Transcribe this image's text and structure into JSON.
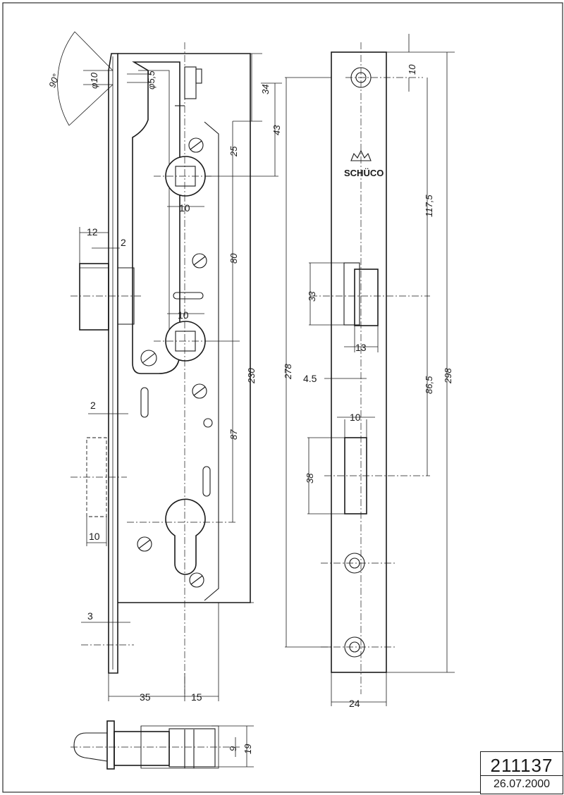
{
  "drawing": {
    "number": "211137",
    "date": "26.07.2000",
    "brand": "SCHÜCO"
  },
  "side_view": {
    "dims": {
      "angle": "90°",
      "phi10": "φ10",
      "phi55": "φ5,5",
      "d34": "34",
      "d43": "43",
      "d25": "25",
      "d10a": "10",
      "d12": "12",
      "d2a": "2",
      "d80": "80",
      "d10b": "10",
      "d230": "230",
      "d2b": "2",
      "d87": "87",
      "d10c": "10",
      "d3": "3",
      "d35": "35",
      "d15": "15"
    }
  },
  "front_view": {
    "dims": {
      "d10": "10",
      "d1175": "117,5",
      "d298": "298",
      "d278": "278",
      "d33": "33",
      "d13": "13",
      "d45": "4.5",
      "d865": "86,5",
      "d10b": "10",
      "d38": "38",
      "d24": "24"
    }
  },
  "bottom_view": {
    "dims": {
      "d9": "9",
      "d19": "19"
    }
  }
}
